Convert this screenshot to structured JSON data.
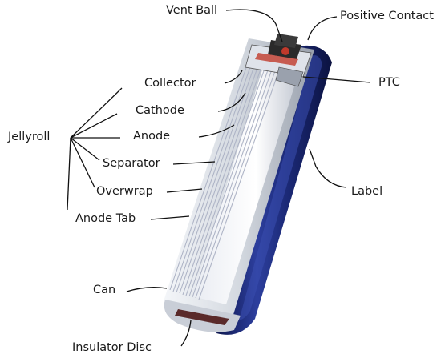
{
  "labels": {
    "vent_ball": "Vent Ball",
    "positive_contact": "Positive Contact",
    "ptc": "PTC",
    "collector": "Collector",
    "cathode": "Cathode",
    "anode": "Anode",
    "separator": "Separator",
    "overwrap": "Overwrap",
    "anode_tab": "Anode Tab",
    "jellyroll": "Jellyroll",
    "label": "Label",
    "can": "Can",
    "insulator_disc": "Insulator Disc"
  },
  "colors": {
    "label_wrap": "#1c2a78",
    "label_highlight": "#3a4fb0",
    "can_silver": "#d6dbe2",
    "electrode_stripe": "#b9bfd0",
    "contact_dark": "#2a2a2a",
    "ptc_red": "#c0392b",
    "leader_line": "#111111"
  }
}
